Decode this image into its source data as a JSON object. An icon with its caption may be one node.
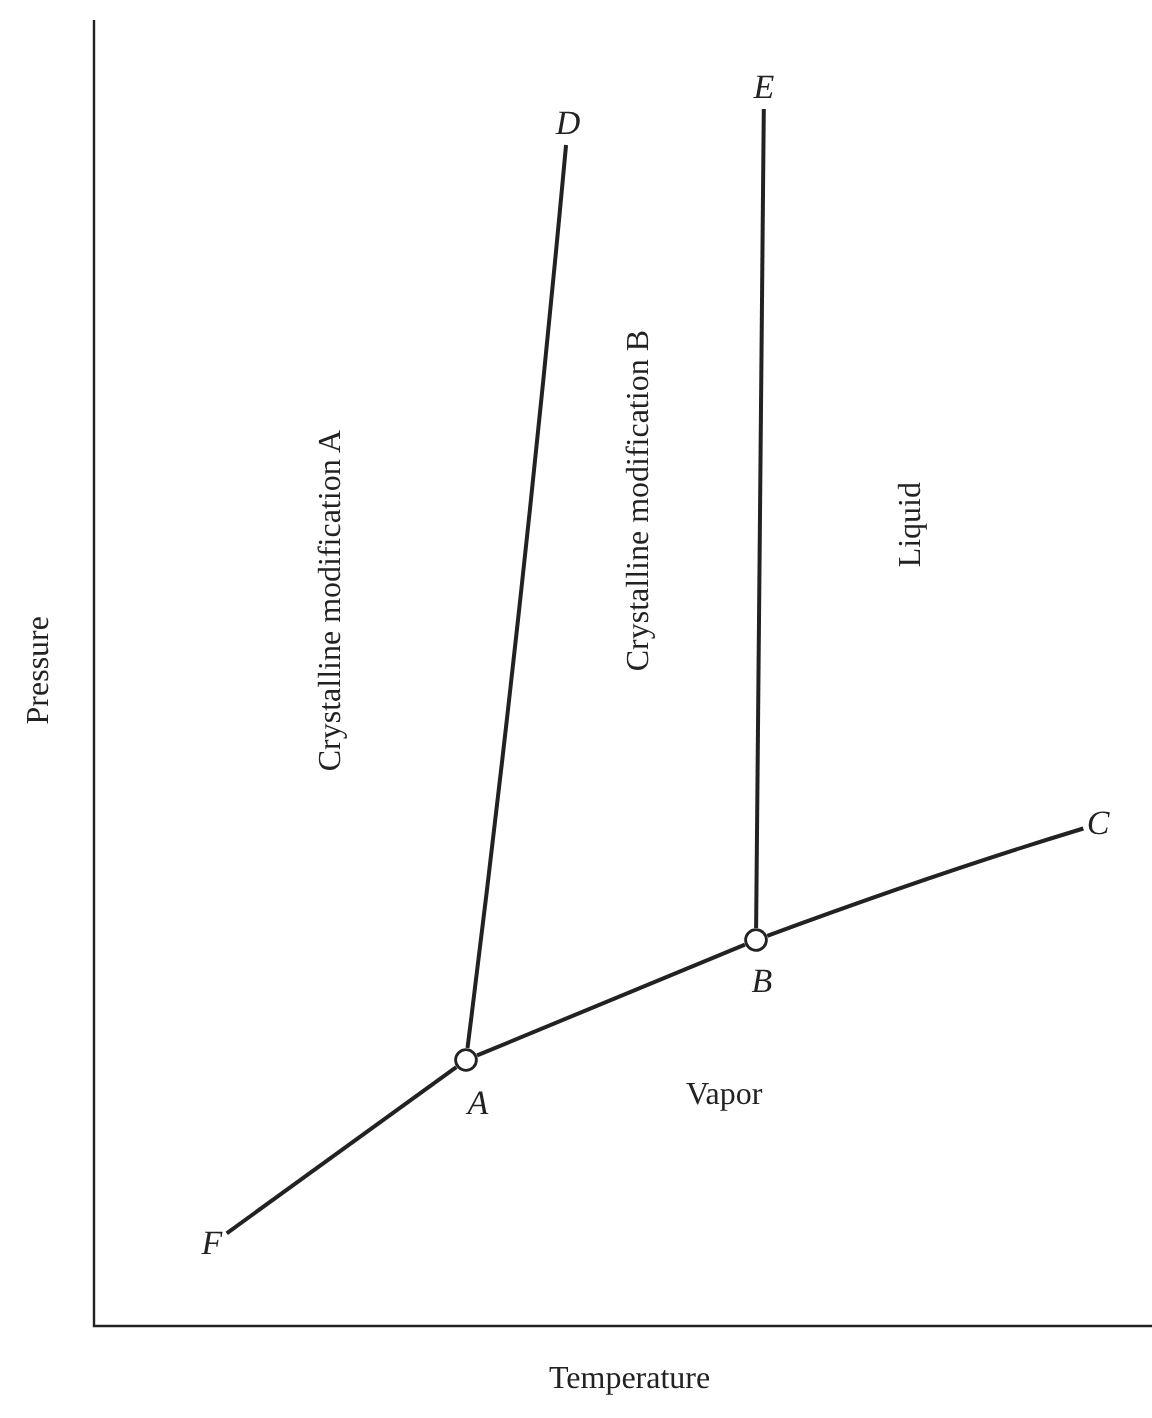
{
  "diagram": {
    "nodes": [
      {
        "text": [
          "D"
        ]
      },
      {
        "text": [
          "E"
        ]
      },
      {
        "text": [
          "C"
        ]
      },
      {
        "text": [],
        "shape": "circle",
        "beside": [
          "B"
        ]
      },
      {
        "text": [],
        "shape": "circle",
        "beside": [
          "A"
        ]
      },
      {
        "text": [
          "F"
        ]
      }
    ],
    "edges": [
      {
        "from": 4,
        "to": 0,
        "arrow": "none"
      },
      {
        "from": 3,
        "to": 1,
        "arrow": "none"
      },
      {
        "from": 5,
        "to": 4,
        "arrow": "none"
      },
      {
        "from": 4,
        "to": 3,
        "arrow": "none"
      },
      {
        "from": 3,
        "to": 2,
        "arrow": "none"
      }
    ],
    "labels": [
      "Pressure",
      "Crystalline modification A",
      "Crystalline modification B",
      "Liquid",
      "Vapor",
      "Temperature"
    ]
  }
}
